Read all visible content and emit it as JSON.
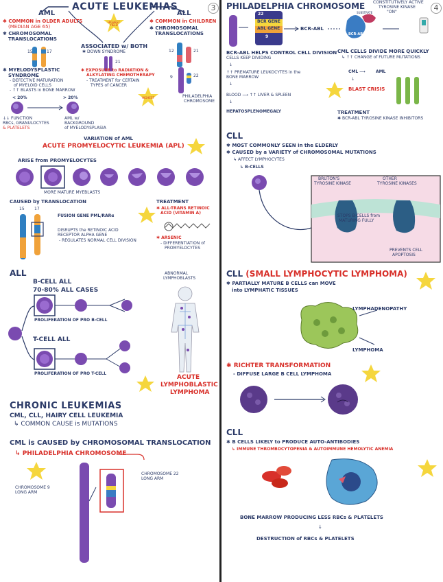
{
  "left": {
    "page_number": "3",
    "acute": {
      "title": "ACUTE LEUKEMIAS",
      "aml": {
        "label": "AML",
        "p1": "COMMON in OLDER ADULTS",
        "p1b": "(MEDIAN AGE 65)",
        "p2": "CHROMOSOMAL",
        "p2b": "TRANSLOCATIONS",
        "chr1": "15",
        "chr2": "17",
        "p3": "MYELODYSPLASTIC",
        "p3b": "SYNDROME",
        "p3c": "- DEFECTIVE MATURATION",
        "p3d": "of MYELOID CELLS",
        "p3e": "- ↑↑ BLASTS in BONE MARROW",
        "pct_low": "< 20%",
        "pct_high": "> 20%",
        "func1": "↓↓ FUNCTION",
        "func2": "RBCs, GRANULOCYTES",
        "func3": "& PLATELETS",
        "bg1": "AML w/",
        "bg2": "BACKGROUND",
        "bg3": "of MYELODYSPLASIA"
      },
      "both": {
        "label": "ASSOCIATED w/ BOTH",
        "p1": "DOWN SYNDROME",
        "chr": "21",
        "p2": "EXPOSURE to RADIATION &",
        "p2b": "ALKYLATING CHEMOTHERAPY",
        "p2c": "- TREATMENT for CERTAIN",
        "p2d": "TYPES of CANCER"
      },
      "all": {
        "label": "ALL",
        "p1": "COMMON in CHILDREN",
        "p2": "CHROMOSOMAL",
        "p2b": "TRANSLOCATIONS",
        "chr1": "12",
        "chr2": "21",
        "chr3": "9",
        "chr4": "22",
        "ph1": "PHILADELPHIA",
        "ph2": "CHROMOSOME"
      },
      "high_yield": "HIGHEST YIELD"
    },
    "apl": {
      "variation": "VARIATION of AML",
      "title": "ACUTE PROMYELOCYTIC LEUKEMIA (APL)",
      "arise": "ARISE from PROMYELOCYTES",
      "mature": "MORE MATURE MYEBLASTS",
      "caused": "CAUSED by TRANSLOCATION",
      "chr1": "15",
      "chr2": "17",
      "fusion": "FUSION GENE PML/RARα",
      "disrupt1": "DISRUPTS the RETINOIC ACID",
      "disrupt2": "RECEPTOR ALPHA GENE",
      "disrupt3": "- REGULATES NORMAL CELL DIVISION",
      "treatment": "TREATMENT",
      "tx1": "ALL-TRANS RETINOIC",
      "tx1b": "ACID (VITAMIN A)",
      "tx2": "ARSENIC",
      "tx2b": "- DIFFERENTIATION of",
      "tx2c": "PROMYELOCYTES"
    },
    "all_section": {
      "title": "ALL",
      "bcell": "B-CELL ALL",
      "bpct": "70-80% ALL CASES",
      "bprolif": "PROLIFERATION OF PRO B-CELL",
      "tcell": "T-CELL ALL",
      "tprolif": "PROLIFERATION OF PRO T-CELL",
      "abn1": "ABNORMAL",
      "abn2": "LYMPHOBLASTS",
      "acute1": "ACUTE",
      "acute2": "LYMPHOBLASTIC",
      "acute3": "LYMPHOMA"
    },
    "chronic": {
      "title": "CHRONIC LEUKEMIAS",
      "sub": "CML, CLL, HAIRY CELL LEUKEMIA",
      "cause": "COMMON CAUSE is MUTATIONS"
    },
    "cml": {
      "title": "CML is CAUSED by CHROMOSOMAL TRANSLOCATION",
      "ph": "PHILADELPHIA CHROMOSOME",
      "c9a": "CHROMOSOME 9",
      "c9b": "LONG ARM",
      "c22a": "CHROMOSOME 22",
      "c22b": "LONG ARM"
    }
  },
  "right": {
    "page_number": "4",
    "ph": {
      "title": "PHILADELPHIA CHROMOSOME",
      "num": "22",
      "gene1": "BCR GENE",
      "gene2": "ABL GENE",
      "num9": "9",
      "bcrabl": "BCR-ABL",
      "substrate": "SUBSTRATE",
      "const1": "CONSTITUTIVELY ACTIVE",
      "const2": "TYROSINE KINASE",
      "const3": "\"ON\"",
      "enzyme": "BCR-ABL",
      "helps": "BCR-ABL HELPS CONTROL CELL DIVISION",
      "keep": "CELLS KEEP DIVIDING",
      "prem1": "↑↑ PREMATURE LEUKOCYTES in the",
      "prem2": "BONE MARROW",
      "blood": "BLOOD",
      "liver": "↑↑ LIVER & SPLEEN",
      "hepato": "HEPATOSPLENOMEGALY",
      "divide": "CML CELLS DIVIDE MORE QUICKLY",
      "chance": "↑↑ CHANGE of FUTURE MUTATIONS",
      "cml": "CML",
      "aml": "AML",
      "crisis": "BLAST CRISIS",
      "treatment": "TREATMENT",
      "inhib": "BCR-ABL TYROSINE KINASE INHIBITORS"
    },
    "cll": {
      "title": "CLL",
      "p1": "MOST COMMONLY SEEN in the ELDERLY",
      "p2": "CAUSED by a VARIETY of CHROMOSOMAL MUTATIONS",
      "p3": "AFFECT LYMPHOCYTES",
      "p4": "B-CELLS",
      "bruton1": "BRUTON'S",
      "bruton2": "TYROSINE KINASE",
      "other1": "OTHER",
      "other2": "TYROSINE KINASES",
      "stops1": "STOPS B-CELLS from",
      "stops2": "MATURING FULLY",
      "prevents1": "PREVENTS CELL",
      "prevents2": "APOPTOSIS"
    },
    "sll": {
      "title": "CLL",
      "title2": "(SMALL LYMPHOCYTIC LYMPHOMA)",
      "p1": "PARTIALLY MATURE B CELLS can MOVE",
      "p1b": "into LYMPHATIC TISSUES",
      "lymphaden": "LYMPHADENOPATHY",
      "lymphoma": "LYMPHOMA",
      "richter": "RICHTER TRANSFORMATION",
      "diffuse": "- DIFFUSE LARGE B CELL LYMPHOMA"
    },
    "cll3": {
      "title": "CLL",
      "p1": "B CELLS LIKELY to PRODUCE AUTO-ANTIBODIES",
      "p2": "IMMUNE THROMBOCYTOPENIA & AUTOIMMUNE HEMOLYTIC ANEMIA",
      "bm": "BONE MARROW PRODUCING LESS RBCs & PLATELETS",
      "destr": "DESTRUCTION of RBCs & PLATELETS"
    }
  },
  "colors": {
    "navy": "#2b3a67",
    "red": "#d8302a",
    "purple": "#6a3d9a",
    "yellow": "#f5d63d",
    "green": "#8bc34a",
    "orange": "#f0a23a"
  }
}
